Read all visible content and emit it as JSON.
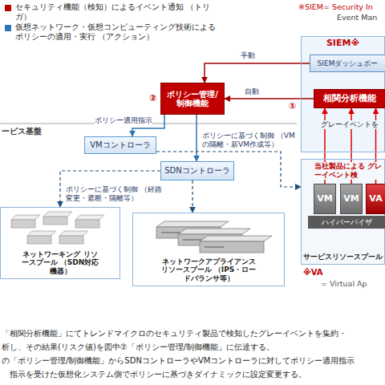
{
  "diagram": {
    "nodes": [
      {
        "text": [
          "SIEM※"
        ]
      },
      {
        "text": [
          "SIEMダッシュボー"
        ],
        "in": 0
      },
      {
        "text": [
          "相関分析機能"
        ],
        "in": 0
      },
      {
        "text": [
          "ポリシー管理/ 制御機能"
        ]
      },
      {
        "text": [
          "VMコントローラ"
        ]
      },
      {
        "text": [
          "SDNコントローラ"
        ]
      },
      {
        "text": [
          "サービスリソースプール"
        ]
      },
      {
        "text": [
          "VM"
        ],
        "in": 6
      },
      {
        "text": [
          "VM"
        ],
        "in": 6
      },
      {
        "text": [
          "VA"
        ],
        "in": 6
      },
      {
        "text": [
          "ハイパーバイザ"
        ],
        "in": 6
      },
      {
        "text": [
          "ネットワーキング リソースプール （SDN対応機器）"
        ]
      },
      {
        "text": [
          "ネットワークアプライアンス リソースプール （IPS・ロードバランサ等）"
        ]
      }
    ],
    "edges": [
      {
        "from": 1,
        "to": 3,
        "arrow": "to",
        "label": "手動"
      },
      {
        "from": 2,
        "to": 3,
        "arrow": "to",
        "label": "自動"
      },
      {
        "from": 3,
        "to": 4,
        "arrow": "to",
        "label": "ポリシー適用指示"
      },
      {
        "from": 3,
        "to": 5,
        "arrow": "to"
      },
      {
        "from": 4,
        "to": 6,
        "arrow": "to",
        "label": "ポリシーに基づく制御 （VMの隔離・新VM作成等）"
      },
      {
        "from": 5,
        "to": 11,
        "arrow": "to",
        "label": "ポリシーに基づく制御 （経路変更・遮断・隔離等）"
      },
      {
        "from": 5,
        "to": 12,
        "arrow": "to"
      },
      {
        "from": 7,
        "to": 2,
        "arrow": "to",
        "label": "グレーイベントを"
      },
      {
        "from": 8,
        "to": 2,
        "arrow": "to"
      },
      {
        "from": 9,
        "to": 2,
        "arrow": "to"
      }
    ],
    "labels": [
      "※SIEM= Security In",
      "Event Man",
      "①",
      "②",
      "ービス基盤",
      "当社製品による グレーイベント検",
      "※VA",
      "= Virtual Ap",
      "「相関分析機能」にてトレンドマイクロのセキュリティ製品で検知したグレーイベントを集約・",
      "析し、その結果(リスク値)を図中②「ポリシー管理/制御機能」に伝達する。",
      "の「ポリシー管理/制御機能」からSDNコントローラやVMコントローラに対してポリシー適用指示",
      "指示を受けた仮想化システム側でポリシーに基づきダイナミックに設定変更する。"
    ],
    "legend": [
      {
        "text": "セキュリティ機能（検知）によるイベント通知 （トリガ）",
        "color": "#c00000"
      },
      {
        "text": "仮想ネットワーク・仮想コンピューティング技術による ポリシーの適用・実行 （アクション）",
        "color": "#2e75b6"
      }
    ]
  }
}
